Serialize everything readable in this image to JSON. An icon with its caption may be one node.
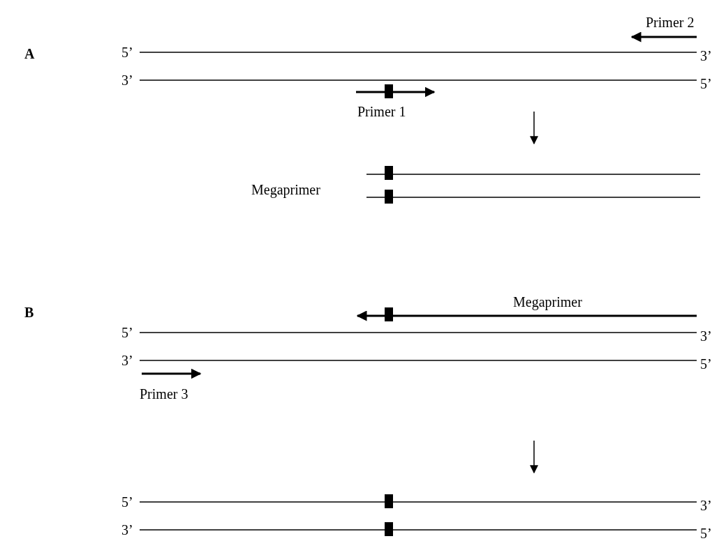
{
  "diagram": {
    "labels": [
      "A",
      "Primer 2",
      "5’",
      "3’",
      "3’",
      "5’",
      "Primer 1",
      "Megaprimer",
      "B",
      "Megaprimer",
      "5’",
      "3’",
      "3’",
      "5’",
      "Primer 3",
      "5’",
      "3’",
      "3’",
      "5’"
    ]
  }
}
